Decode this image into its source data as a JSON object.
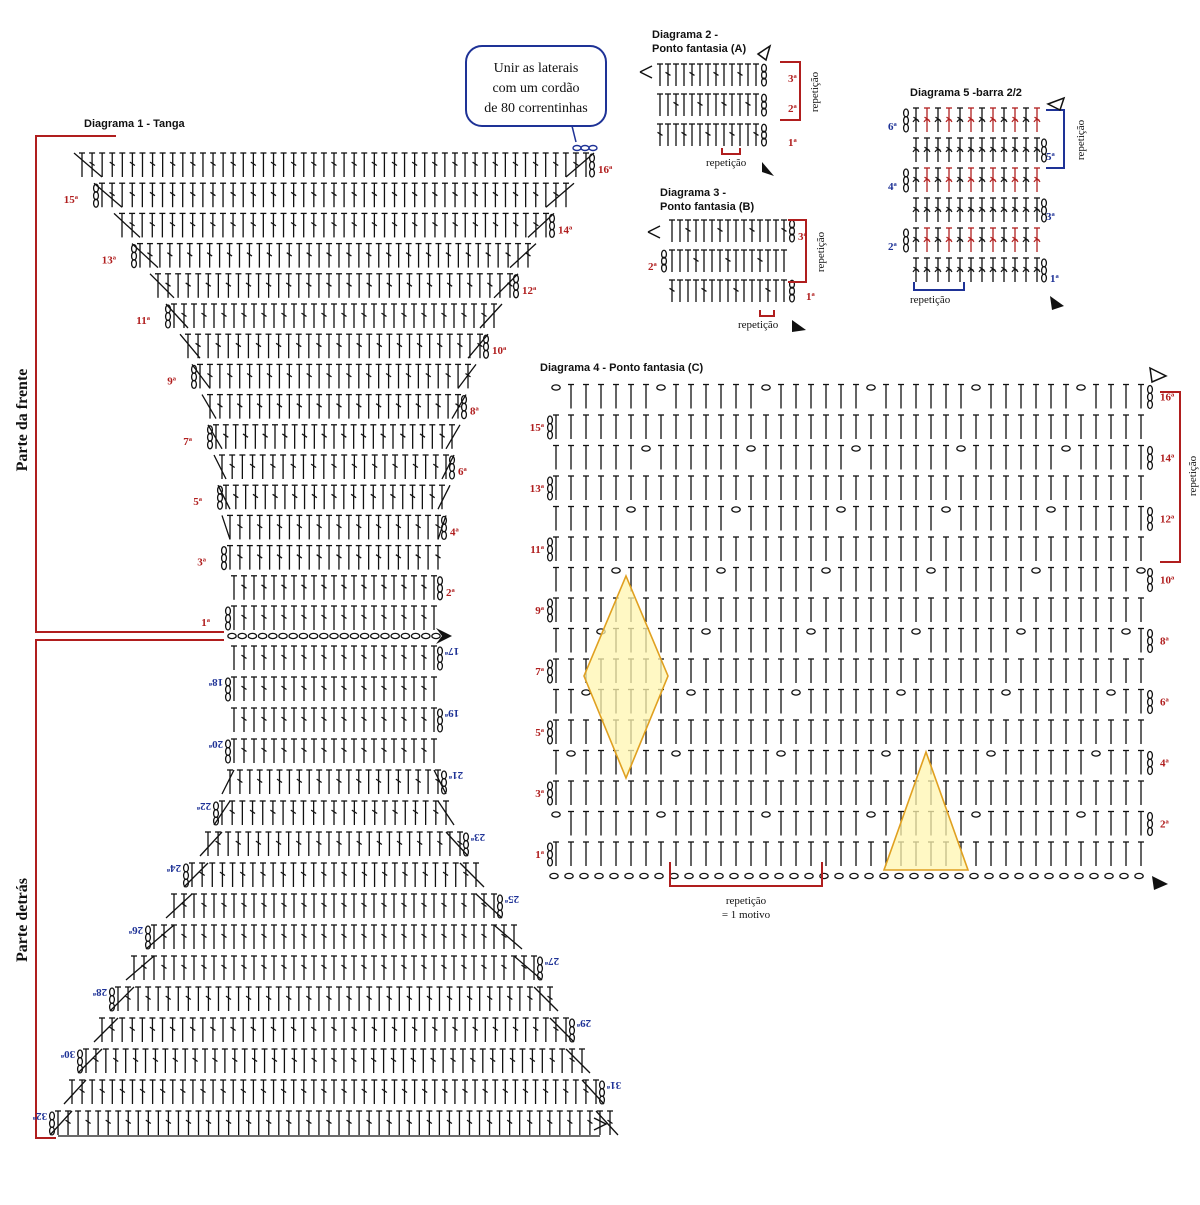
{
  "diagram1": {
    "title": "Diagrama 1 - Tanga",
    "front_label": "Parte da frente",
    "back_label": "Parte detrás",
    "front_rows": [
      "1ª",
      "2ª",
      "3ª",
      "4ª",
      "5ª",
      "6ª",
      "7ª",
      "8ª",
      "9ª",
      "10ª",
      "11ª",
      "12ª",
      "13ª",
      "14ª",
      "15ª",
      "16ª"
    ],
    "back_rows": [
      "17ª",
      "18ª",
      "19ª",
      "20ª",
      "21ª",
      "22ª",
      "23ª",
      "24ª",
      "25ª",
      "26ª",
      "27ª",
      "28ª",
      "29ª",
      "30ª",
      "31ª",
      "32ª"
    ]
  },
  "note": {
    "line1": "Unir as laterais",
    "line2": "com um cordão",
    "line3": "de 80 correntinhas"
  },
  "diagram2": {
    "title_line1": "Diagrama 2 -",
    "title_line2": "Ponto fantasia (A)",
    "rows": [
      "1ª",
      "2ª",
      "3ª"
    ],
    "repeat_label": "repetição",
    "repeat_side": "repetição"
  },
  "diagram3": {
    "title_line1": "Diagrama 3 -",
    "title_line2": "Ponto fantasia (B)",
    "rows": [
      "1ª",
      "2ª",
      "3ª"
    ],
    "repeat_label": "repetição",
    "repeat_side": "repetição"
  },
  "diagram5": {
    "title": "Diagrama 5 -barra 2/2",
    "rows": [
      "1ª",
      "2ª",
      "3ª",
      "4ª",
      "5ª",
      "6ª"
    ],
    "repeat_label": "repetição",
    "repeat_side": "repetição"
  },
  "diagram4": {
    "title": "Diagrama 4 - Ponto fantasia (C)",
    "rows": [
      "1ª",
      "2ª",
      "3ª",
      "4ª",
      "5ª",
      "6ª",
      "7ª",
      "8ª",
      "9ª",
      "10ª",
      "11ª",
      "12ª",
      "13ª",
      "14ª",
      "15ª",
      "16ª"
    ],
    "repeat_side": "repetição",
    "repeat_bottom_line1": "repetição",
    "repeat_bottom_line2": "= 1 motivo"
  },
  "colors": {
    "stitch": "#111111",
    "red_accent": "#b01e1e",
    "blue_accent": "#1e3296",
    "motif_fill": "#fff6b0",
    "motif_stroke": "#e0a020"
  }
}
